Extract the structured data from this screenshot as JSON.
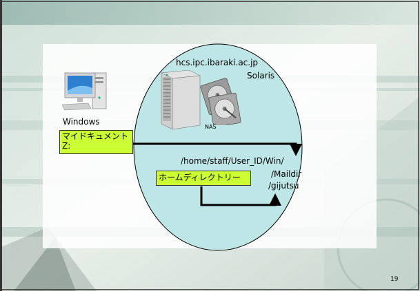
{
  "server": {
    "hostname": "hcs.ipc.ibaraki.ac.jp",
    "os": "Solaris",
    "storage_label": "NAS"
  },
  "client": {
    "os": "Windows",
    "my_documents": "マイドキュメント",
    "drive": "Z:"
  },
  "paths": {
    "win": "/home/staff/User_ID/Win/",
    "maildir": "/Maildir",
    "gijutsu": "/gijutsu"
  },
  "home_dir_label": "ホームディレクトリー",
  "page_number": "19"
}
